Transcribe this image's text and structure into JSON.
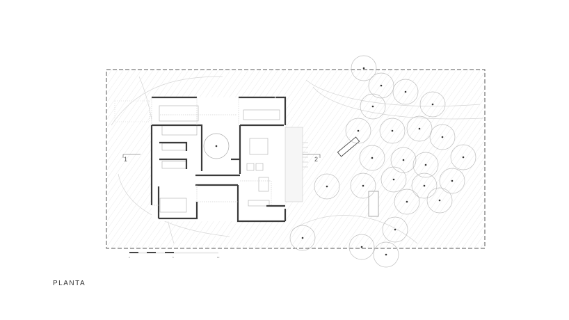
{
  "drawing": {
    "title": "PLANTA",
    "section_markers": [
      "1",
      "2"
    ],
    "scale_labels": [
      "0",
      "5",
      "10"
    ],
    "colors": {
      "walls": "#3a3a3a",
      "hatch": "#d8d8d8",
      "trees": "#bdbdbd",
      "boundary": "#555555"
    }
  }
}
